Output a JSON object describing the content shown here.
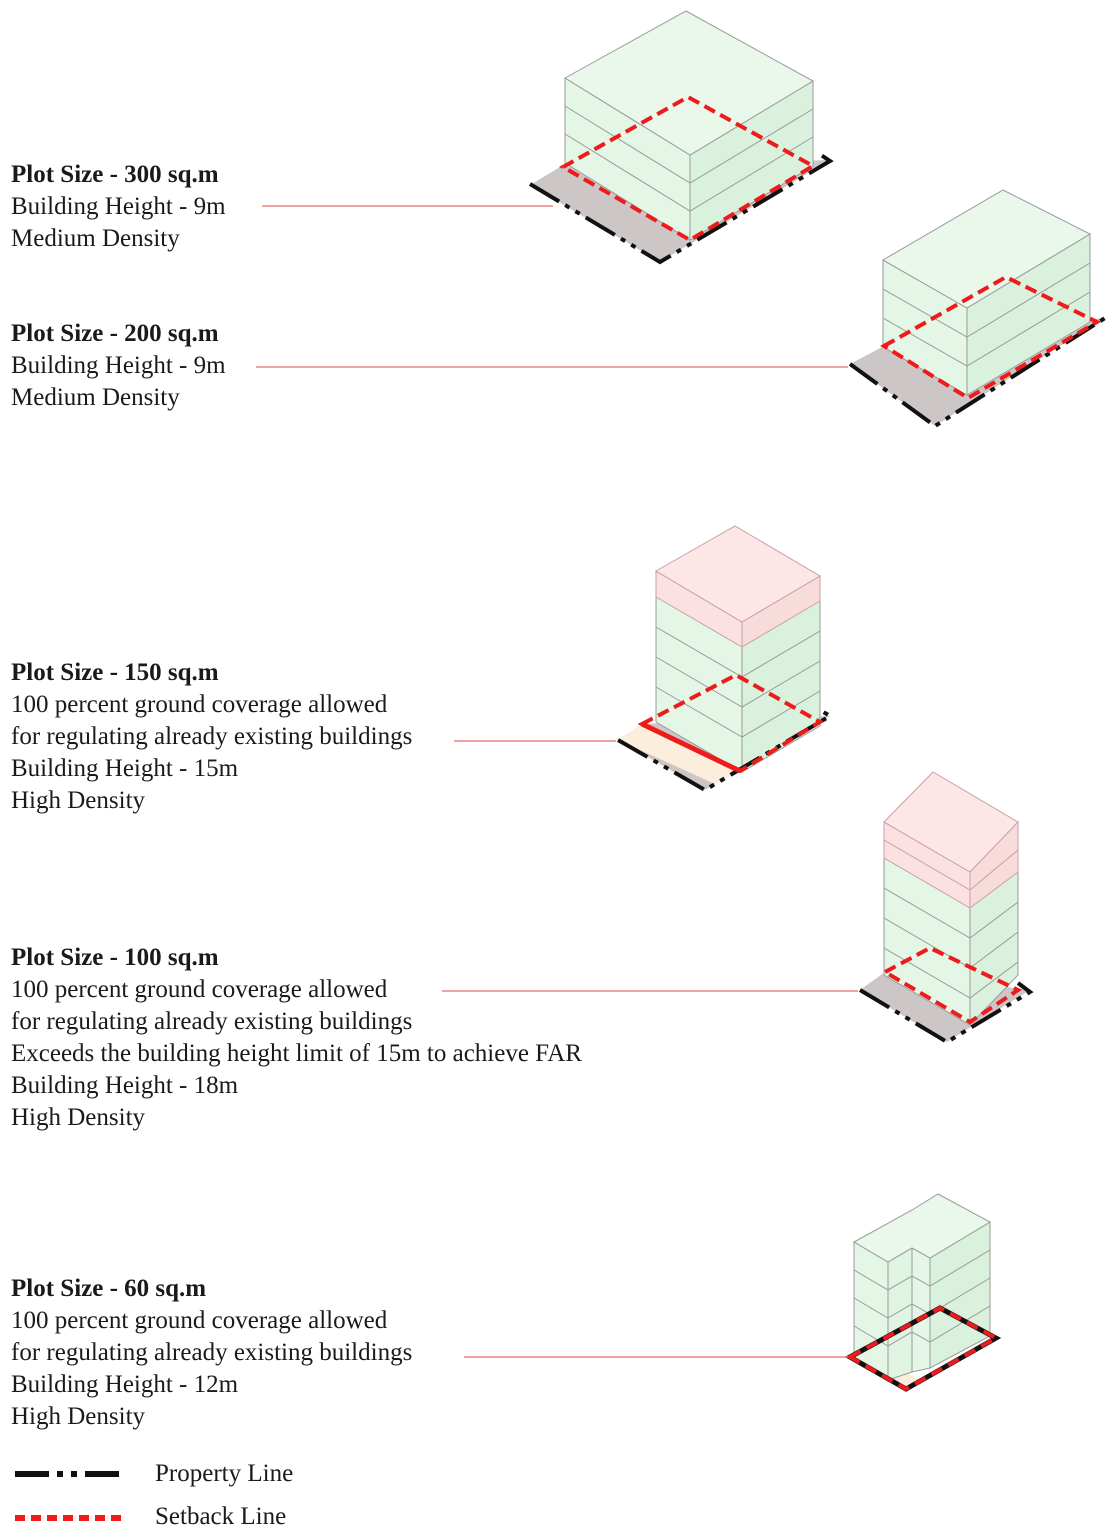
{
  "cases": [
    {
      "title": "Plot Size - 300 sq.m",
      "lines": [
        "Building Height - 9m",
        "Medium Density"
      ]
    },
    {
      "title": "Plot Size - 200 sq.m",
      "lines": [
        "Building Height - 9m",
        "Medium Density"
      ]
    },
    {
      "title": "Plot Size - 150 sq.m",
      "lines": [
        "100 percent ground coverage allowed",
        "for regulating already existing buildings",
        "Building Height - 15m",
        "High Density"
      ]
    },
    {
      "title": "Plot Size - 100 sq.m",
      "lines": [
        "100 percent ground coverage allowed",
        "for regulating already existing buildings",
        "Exceeds the building height limit of 15m to achieve FAR",
        "Building Height - 18m",
        "High Density"
      ]
    },
    {
      "title": "Plot Size - 60 sq.m",
      "lines": [
        "100 percent ground coverage allowed",
        "for regulating already existing buildings",
        "Building Height - 12m",
        "High Density"
      ]
    }
  ],
  "legend": {
    "property_line": "Property Line",
    "setback_line": "Setback Line"
  },
  "colors": {
    "building_face": "#e4f7e7",
    "building_face_side": "#d9f1dd",
    "exceed_floor": "#fbe1e1",
    "floor_edge": "#9a9a9a",
    "ground": "#cdc6c6",
    "property_line": "#111111",
    "setback_line": "#ee1b1b",
    "leader_line": "#e66a6a"
  }
}
